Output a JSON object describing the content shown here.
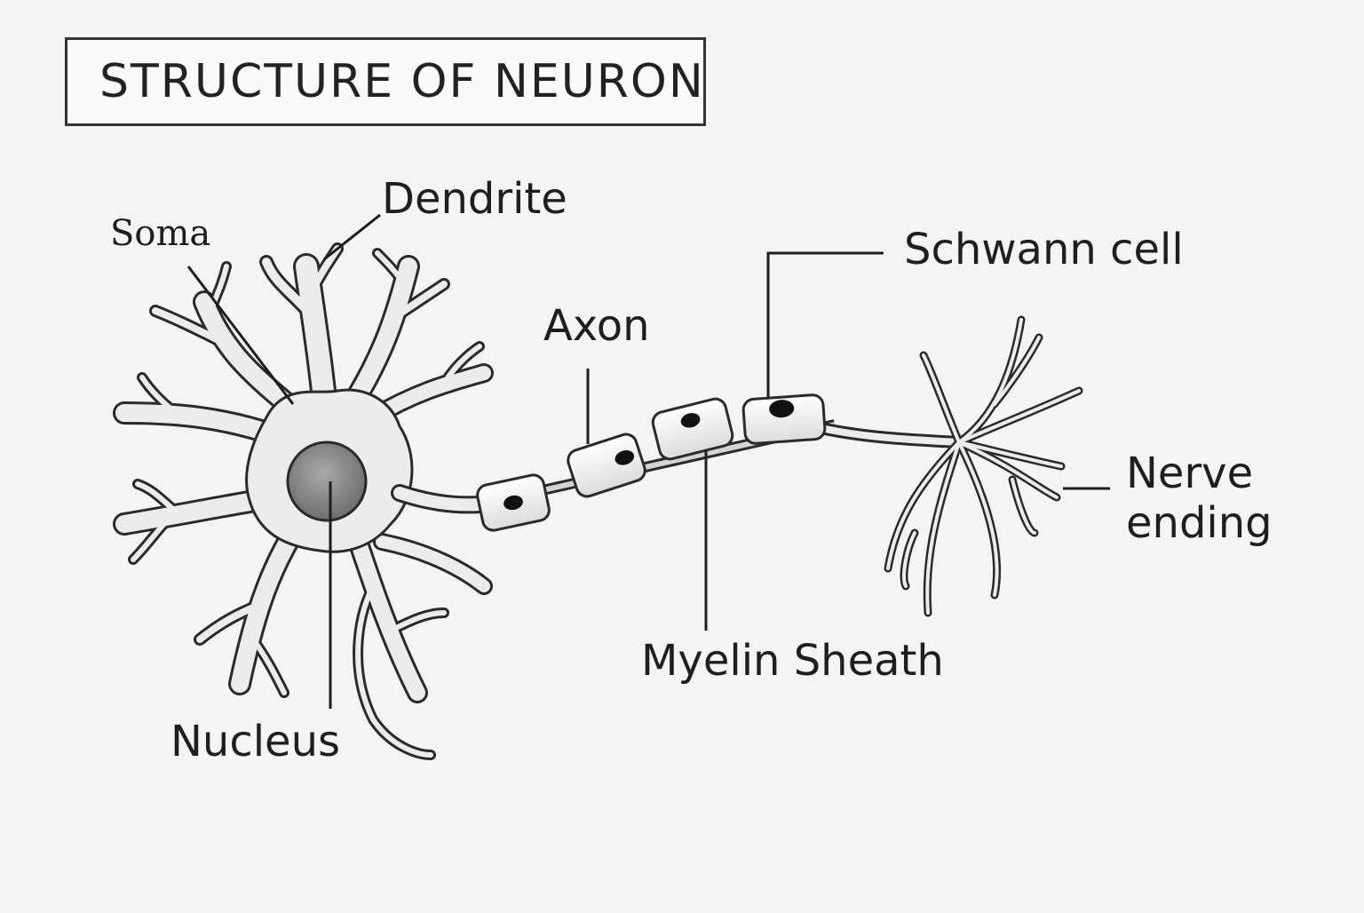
{
  "title": "STRUCTURE OF NEURON",
  "labels": {
    "soma": "Soma",
    "dendrite": "Dendrite",
    "axon": "Axon",
    "schwann_cell": "Schwann cell",
    "nerve_ending_line1": "Nerve",
    "nerve_ending_line2": "ending",
    "myelin_sheath": "Myelin Sheath",
    "nucleus": "Nucleus"
  },
  "colors": {
    "ink": "#2a2a2a",
    "cell_fill": "#ececea",
    "nucleus_fill": "#8a8a8a",
    "background": "#f4f4f3"
  }
}
